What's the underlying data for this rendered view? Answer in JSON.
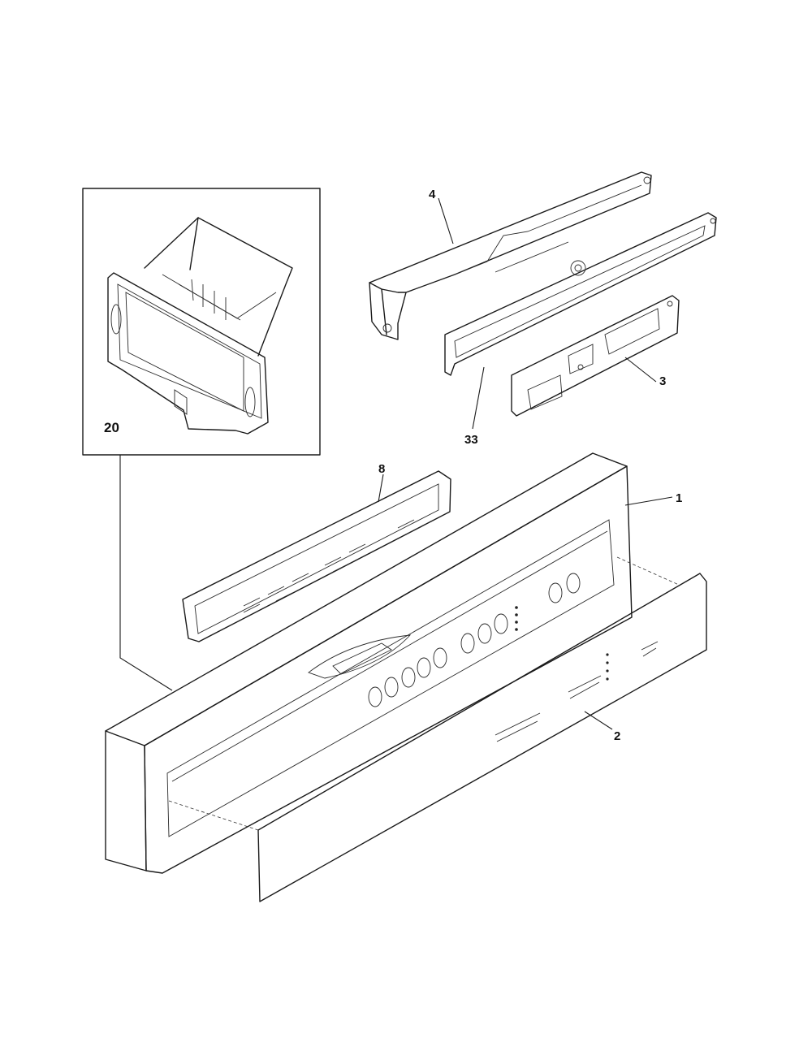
{
  "parts": {
    "p1": "1",
    "p2": "2",
    "p3": "3",
    "p4": "4",
    "p8": "8",
    "p20": "20",
    "p33": "33"
  },
  "colors": {
    "line": "#1a1a1a",
    "background": "#ffffff"
  }
}
